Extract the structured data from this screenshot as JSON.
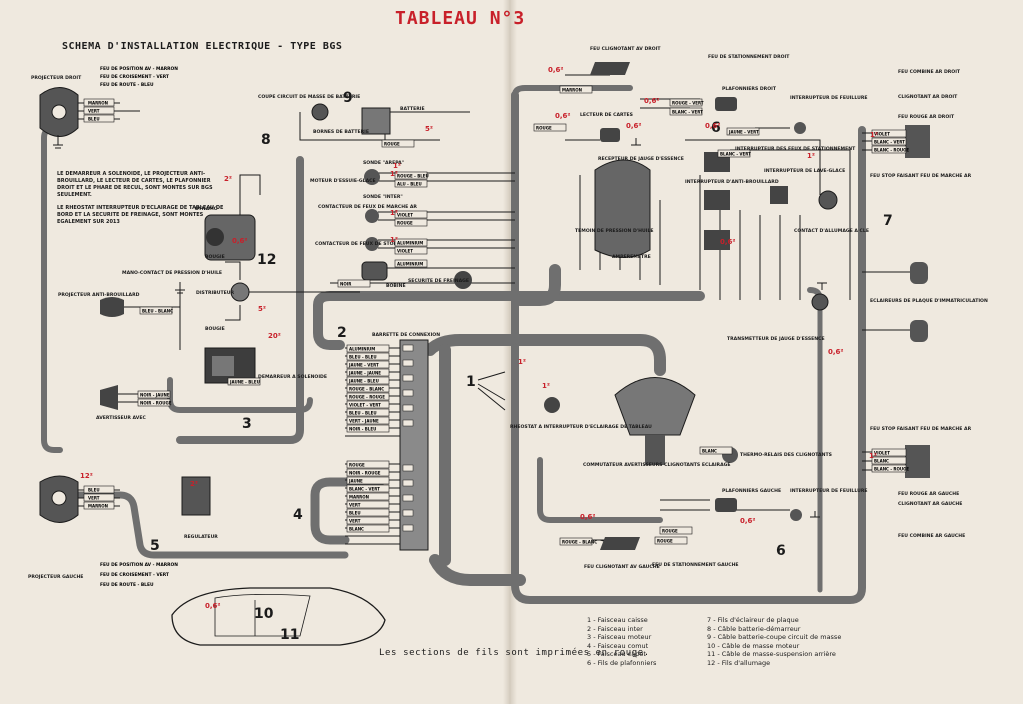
{
  "title": "TABLEAU N°3",
  "subtitle": "SCHEMA D'INSTALLATION ELECTRIQUE - TYPE BGS",
  "notes": [
    "LE DEMARREUR A SOLENOIDE, LE PROJECTEUR ANTI-BROUILLARD, LE LECTEUR DE CARTES, LE PLAFONNIER DROIT ET LE PHARE DE RECUL, SONT MONTES SUR BGS SEULEMENT.",
    "LE RHEOSTAT INTERRUPTEUR D'ECLAIRAGE DE TABLEAU DE BORD ET LA SECURITE DE FREINAGE, SONT MONTES EGALEMENT SUR 2013"
  ],
  "footnote": "Les sections de fils sont imprimées en rouge.",
  "legend_left": [
    "1 - Faisceau caisse",
    "2 - Faisceau inter",
    "3 - Faisceau moteur",
    "4 - Faisceau comut",
    "5 - Faisceau capot",
    "6 - Fils de plafonniers"
  ],
  "legend_right": [
    "7 - Fils d'éclaireur de plaque",
    "8 - Câble batterie-démarreur",
    "9 - Câble batterie-coupe circuit de masse",
    "10 - Câble de masse moteur",
    "11 - Câble de masse-suspension arrière",
    "12 - Fils d'allumage"
  ],
  "callouts": [
    "1",
    "2",
    "3",
    "4",
    "5",
    "6",
    "6",
    "7",
    "8",
    "9",
    "10",
    "11",
    "12"
  ],
  "components": {
    "projecteur_droit": "PROJECTEUR DROIT",
    "projecteur_gauche": "PROJECTEUR GAUCHE",
    "projecteur_ab": "PROJECTEUR ANTI-BROUILLARD",
    "avertisseur": "AVERTISSEUR AVEC",
    "dynamo": "DYNAMO",
    "regulateur": "REGULATEUR",
    "demarreur": "DEMARREUR A SOLENOIDE",
    "distributeur": "DISTRIBUTEUR",
    "bobine": "BOBINE",
    "bougie": "BOUGIE",
    "mano": "MANO-CONTACT DE PRESSION D'HUILE",
    "batterie": "BATTERIE",
    "coupe_circuit": "COUPE CIRCUIT DE MASSE DE BATTERIE",
    "bornes_batterie": "BORNES DE BATTERIE",
    "moteur_essuie": "MOTEUR D'ESSUIE-GLACE",
    "contacteur_recul": "CONTACTEUR DE FEUX DE MARCHE AR",
    "contacteur_stop": "CONTACTEUR DE FEUX DE STOP",
    "securite_freinage": "SECURITE DE FREINAGE",
    "barrette": "BARRETTE DE CONNEXION",
    "sonde_arepa": "SONDE \"AREPA\"",
    "sonde_inter": "SONDE \"INTER\"",
    "lecteur_cartes": "LECTEUR DE CARTES",
    "recepteur_jauge": "RECEPTEUR DE JAUGE D'ESSENCE",
    "temoin_pression": "TEMOIN DE PRESSION D'HUILE",
    "ampermetre": "AMPEREMETRE",
    "interrupteur_stationnement": "INTERRUPTEUR DES FEUX DE STATIONNEMENT",
    "interrupteur_antibrouillard": "INTERRUPTEUR D'ANTI-BROUILLARD",
    "interrupteur_lave_glace": "INTERRUPTEUR DE LAVE-GLACE",
    "contact_allumage": "CONTACT D'ALLUMAGE A CLE",
    "transmetteur_jauge": "TRANSMETTEUR DE JAUGE D'ESSENCE",
    "rheostat": "RHEOSTAT A INTERRUPTEUR D'ECLAIRAGE DE TABLEAU",
    "commutateur": "COMMUTATEUR AVERTISSEURS CLIGNOTANTS ECLAIRAGE",
    "thermo_relais": "THERMO-RELAIS DES CLIGNOTANTS",
    "plafonnier_droit": "PLAFONNIERS DROIT",
    "plafonnier_gauche": "PLAFONNIERS GAUCHE",
    "interrupteur_feuillure_d": "INTERRUPTEUR DE FEUILLURE",
    "interrupteur_feuillure_g": "INTERRUPTEUR DE FEUILLURE",
    "feu_clignotant_avd": "FEU CLIGNOTANT AV DROIT",
    "feu_stationnement_droit": "FEU DE STATIONNEMENT DROIT",
    "feu_clignotant_avg": "FEU CLIGNOTANT AV GAUCHE",
    "feu_stationnement_gauche": "FEU DE STATIONNEMENT GAUCHE",
    "feu_combine_ard": "FEU COMBINE AR DROIT",
    "clignotant_ard": "CLIGNOTANT AR DROIT",
    "feu_rouge_ard": "FEU ROUGE AR DROIT",
    "feu_stop_d": "FEU STOP FAISANT FEU DE MARCHE AR",
    "eclaireurs_plaque": "ECLAIREURS DE PLAQUE D'IMMATRICULATION",
    "feu_stop_g": "FEU STOP FAISANT FEU DE MARCHE AR",
    "feu_rouge_arg": "FEU ROUGE AR GAUCHE",
    "clignotant_arg": "CLIGNOTANT AR GAUCHE",
    "feu_combine_arg": "FEU COMBINE AR GAUCHE"
  },
  "wire_labels": {
    "proj_d": [
      "FEU DE POSITION AV - MARRON",
      "FEU DE CROISEMENT - VERT",
      "FEU DE ROUTE - BLEU"
    ],
    "proj_g": [
      "FEU DE POSITION AV - MARRON",
      "FEU DE CROISEMENT - VERT",
      "FEU DE ROUTE - BLEU"
    ],
    "proj_d_fils": [
      "MARRON",
      "VERT",
      "BLEU"
    ],
    "proj_g_fils": [
      "BLEU",
      "VERT",
      "MARRON"
    ],
    "barrette_haut": [
      "ALUMINIUM",
      "BLEU - BLEU",
      "JAUNE - VERT",
      "JAUNE - JAUNE",
      "JAUNE - BLEU",
      "ROUGE - BLANC",
      "ROUGE - ROUGE",
      "VIOLET - VERT",
      "BLEU - BLEU",
      "VERT - JAUNE",
      "NOIR - BLEU"
    ],
    "barrette_bas": [
      "ROUGE",
      "NOIR - ROUGE",
      "JAUNE",
      "BLANC - VERT",
      "MARRON",
      "VERT",
      "BLEU",
      "VERT",
      "BLANC"
    ],
    "arrieres_d": [
      "VIOLET",
      "BLANC - VERT",
      "BLANC - ROUGE"
    ],
    "arrieres_g": [
      "VIOLET",
      "BLANC",
      "BLANC - ROUGE"
    ],
    "divers": [
      "ROUGE",
      "ROUGE - VERT",
      "BLANC - VERT",
      "ROUGE",
      "ROUGE - BLEU",
      "ALU - BLEU",
      "VIOLET",
      "ROUGE",
      "ALUMINIUM",
      "VIOLET",
      "ALUMINIUM",
      "NOIR",
      "BLEU - BLANC",
      "NOIR - JAUNE",
      "NOIR - ROUGE",
      "JAUNE - BLEU",
      "ROUGE - BLANC",
      "ROUGE",
      "BLANC",
      "JAUNE - VERT",
      "BLANC - VERT",
      "MARRON",
      "ROUGE"
    ]
  },
  "sections": [
    "0,6²",
    "0,6²",
    "0,6²",
    "0,6²",
    "1²",
    "1²",
    "1²",
    "1²",
    "2²",
    "2²",
    "5²",
    "5²",
    "12²",
    "20²",
    "0,6²",
    "0,6²",
    "1²",
    "1²",
    "0,6²",
    "0,6²",
    "1²",
    "0,6²",
    "0,6²",
    "1²",
    "1²",
    "0,6²"
  ],
  "colors": {
    "red": "#c8202a",
    "harness": "#6f6f6f",
    "ink": "#1b1b1b",
    "paper": "#efe9df"
  }
}
